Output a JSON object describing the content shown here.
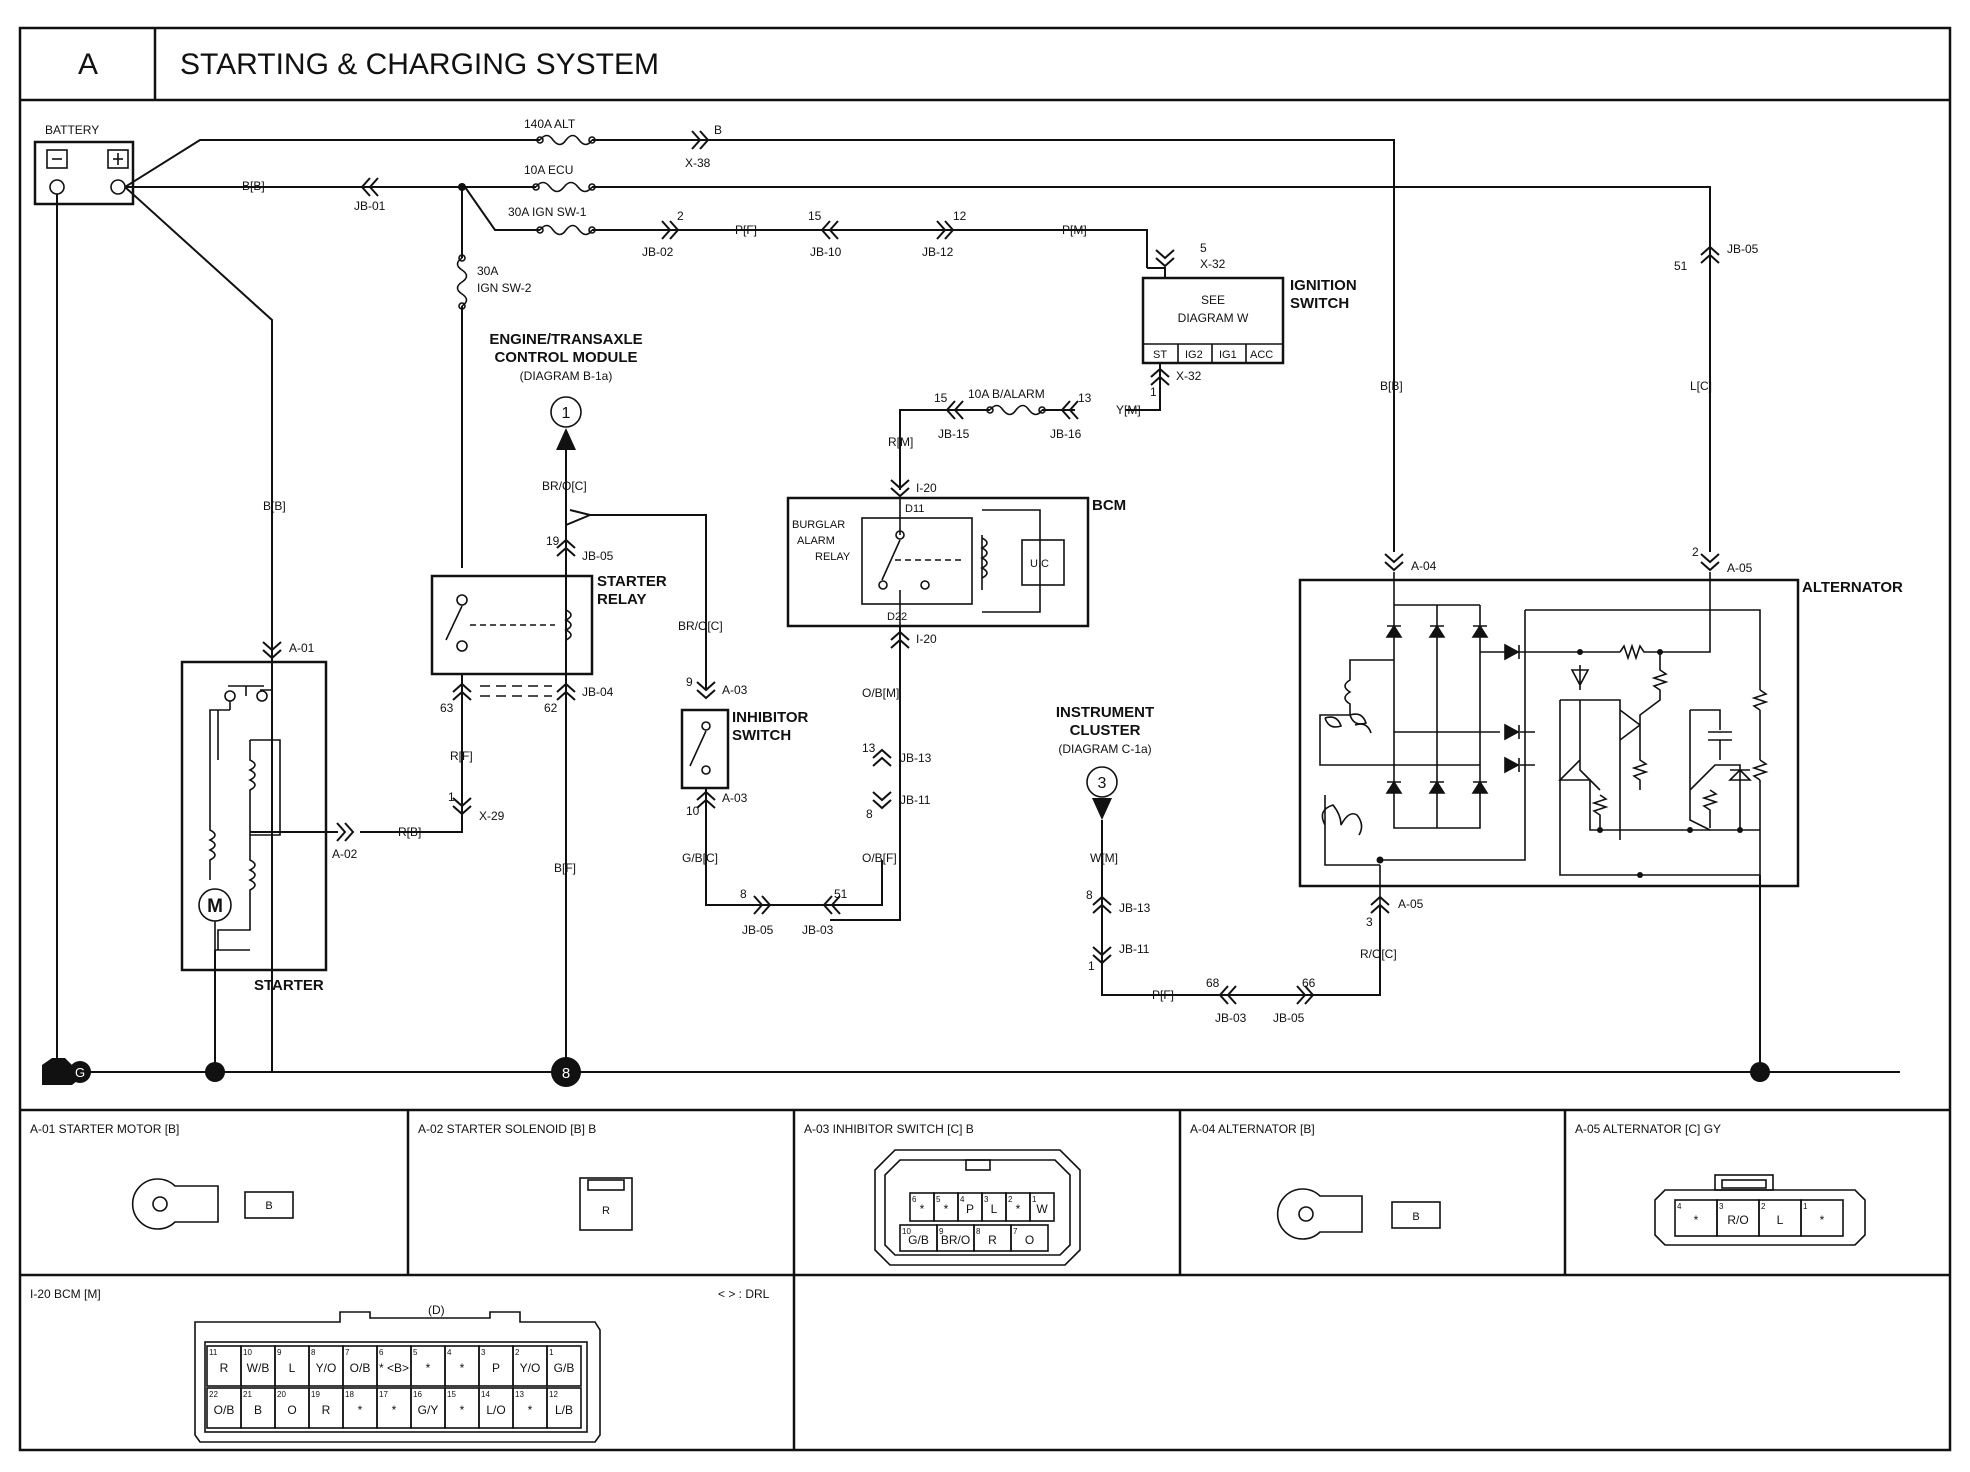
{
  "header": {
    "section": "A",
    "title": "STARTING & CHARGING SYSTEM"
  },
  "components": {
    "battery": "BATTERY",
    "starter": "STARTER",
    "starter_relay": [
      "STARTER",
      "RELAY"
    ],
    "inhibitor_switch": [
      "INHIBITOR",
      "SWITCH"
    ],
    "ecm": [
      "ENGINE/TRANSAXLE",
      "CONTROL MODULE",
      "(DIAGRAM B-1a)"
    ],
    "ignition_switch": [
      "IGNITION",
      "SWITCH"
    ],
    "see_diagram": [
      "SEE",
      "DIAGRAM W"
    ],
    "ign_positions": [
      "ST",
      "IG2",
      "IG1",
      "ACC"
    ],
    "bcm": "BCM",
    "burglar_relay": [
      "BURGLAR",
      "ALARM",
      "RELAY"
    ],
    "uc": "U.C",
    "instrument_cluster": [
      "INSTRUMENT",
      "CLUSTER",
      "(DIAGRAM C-1a)"
    ],
    "alternator": "ALTERNATOR",
    "motor": "M",
    "ground": "G",
    "ref1": "1",
    "ref3": "3",
    "ref8": "8"
  },
  "fuses": {
    "alt": "140A ALT",
    "ecu": "10A ECU",
    "ign1": "30A IGN SW-1",
    "ign2": [
      "30A",
      "IGN SW-2"
    ],
    "balarm": "10A B/ALARM"
  },
  "wires": {
    "bb1": "B[B]",
    "bb2": "B[B]",
    "bb3": "B[B]",
    "pf1": "P[F]",
    "pm": "P[M]",
    "ym": "Y[M]",
    "rm": "R[M]",
    "rb": "R[B]",
    "rf": "R[F]",
    "bf": "B[F]",
    "broc1": "BR/O[C]",
    "broc2": "BR/O[C]",
    "gbc": "G/B[C]",
    "obm": "O/B[M]",
    "obf": "O/B[F]",
    "wm": "W[M]",
    "pf2": "P[F]",
    "roc": "R/O[C]",
    "lc": "L[C]"
  },
  "connectors": {
    "x38": "X-38",
    "x38b": "B",
    "jb01": "JB-01",
    "jb02": "JB-02",
    "jb02p": "2",
    "jb10": "JB-10",
    "jb10p": "15",
    "jb12": "JB-12",
    "jb12p": "12",
    "x32a": "X-32",
    "x32ap": "5",
    "x32b": "X-32",
    "x32bp": "1",
    "jb15": "JB-15",
    "jb15p": "15",
    "jb16": "JB-16",
    "jb16p": "13",
    "i20a": "I-20",
    "d11": "D11",
    "d22": "D22",
    "i20b": "I-20",
    "jb05a": "JB-05",
    "jb05ap": "19",
    "jb04": "JB-04",
    "jb04p1": "63",
    "jb04p2": "62",
    "a01": "A-01",
    "a02": "A-02",
    "x29": "X-29",
    "x29p": "1",
    "a03a": "A-03",
    "a03ap": "9",
    "a03b": "A-03",
    "a03bp": "10",
    "jb13a": "JB-13",
    "jb13ap": "13",
    "jb11a": "JB-11",
    "jb11ap": "8",
    "jb05b": "JB-05",
    "jb05bp": "8",
    "jb03a": "JB-03",
    "jb03ap": "51",
    "jb13b": "JB-13",
    "jb13bp": "8",
    "jb11b": "JB-11",
    "jb11bp": "1",
    "jb03b": "JB-03",
    "jb03bp": "68",
    "jb05c": "JB-05",
    "jb05cp": "66",
    "a04": "A-04",
    "a05a": "A-05",
    "a05ap": "2",
    "a05b": "A-05",
    "a05bp": "3",
    "jb05d": "JB-05",
    "jb05dp": "51"
  },
  "views": {
    "a01": {
      "title": "A-01 STARTER MOTOR [B]",
      "pin": "B"
    },
    "a02": {
      "title": "A-02 STARTER SOLENOID [B] B",
      "pin": "R"
    },
    "a03": {
      "title": "A-03 INHIBITOR SWITCH [C] B",
      "top": [
        [
          "6",
          "*"
        ],
        [
          "5",
          "*"
        ],
        [
          "4",
          "P"
        ],
        [
          "3",
          "L"
        ],
        [
          "2",
          "*"
        ],
        [
          "1",
          "W"
        ]
      ],
      "bottom": [
        [
          "10",
          "G/B"
        ],
        [
          "9",
          "BR/O"
        ],
        [
          "8",
          "R"
        ],
        [
          "7",
          "O"
        ]
      ]
    },
    "a04": {
      "title": "A-04 ALTERNATOR [B]",
      "pin": "B"
    },
    "a05": {
      "title": "A-05 ALTERNATOR [C] GY",
      "pins": [
        [
          "4",
          "*"
        ],
        [
          "3",
          "R/O"
        ],
        [
          "2",
          "L"
        ],
        [
          "1",
          "*"
        ]
      ]
    },
    "i20": {
      "title": "I-20 BCM [M]",
      "note": "< > : DRL",
      "key": "(D)",
      "top": [
        [
          "11",
          "R"
        ],
        [
          "10",
          "W/B"
        ],
        [
          "9",
          "L"
        ],
        [
          "8",
          "Y/O"
        ],
        [
          "7",
          "O/B"
        ],
        [
          "6",
          "* <B>"
        ],
        [
          "5",
          "*"
        ],
        [
          "4",
          "*"
        ],
        [
          "3",
          "P"
        ],
        [
          "2",
          "Y/O"
        ],
        [
          "1",
          "G/B"
        ]
      ],
      "bottom": [
        [
          "22",
          "O/B"
        ],
        [
          "21",
          "B"
        ],
        [
          "20",
          "O"
        ],
        [
          "19",
          "R"
        ],
        [
          "18",
          "*"
        ],
        [
          "17",
          "*"
        ],
        [
          "16",
          "G/Y"
        ],
        [
          "15",
          "*"
        ],
        [
          "14",
          "L/O"
        ],
        [
          "13",
          "*"
        ],
        [
          "12",
          "L/B"
        ]
      ]
    }
  }
}
